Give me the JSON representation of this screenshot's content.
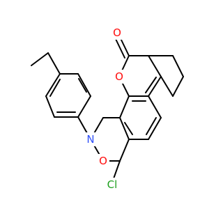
{
  "molecule": {
    "atoms": [
      {
        "label": "O",
        "color": "#ff0d0d"
      },
      {
        "label": "O",
        "color": "#ff0d0d"
      },
      {
        "label": "O",
        "color": "#ff0d0d"
      },
      {
        "label": "N",
        "color": "#3050f8"
      },
      {
        "label": "Cl",
        "color": "#1fa01f"
      }
    ]
  },
  "colors": {
    "bond": "#000000",
    "background": "#ffffff"
  }
}
